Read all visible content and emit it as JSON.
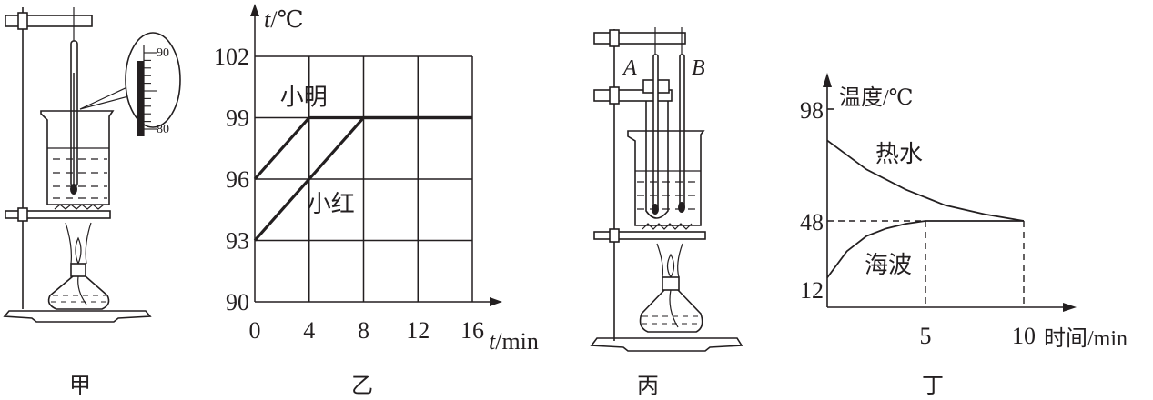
{
  "figures": {
    "jia": {
      "caption": "甲",
      "thermometer_scale": [
        "90",
        "80"
      ]
    },
    "yi": {
      "caption": "乙"
    },
    "bing": {
      "caption": "丙",
      "tube_labels": [
        "A",
        "B"
      ]
    },
    "ding": {
      "caption": "丁"
    }
  },
  "chart_data": [
    {
      "id": "yi",
      "type": "line",
      "xlabel_var": "t",
      "xlabel_unit": "/min",
      "ylabel_var": "t",
      "ylabel_unit": "/℃",
      "xlim": [
        0,
        16
      ],
      "ylim": [
        90,
        102
      ],
      "x_ticks": [
        "0",
        "4",
        "8",
        "12",
        "16"
      ],
      "y_ticks": [
        "90",
        "93",
        "96",
        "99",
        "102"
      ],
      "grid": true,
      "series": [
        {
          "name": "小明",
          "points": [
            [
              0,
              96
            ],
            [
              4,
              99
            ],
            [
              16,
              99
            ]
          ]
        },
        {
          "name": "小红",
          "points": [
            [
              0,
              93
            ],
            [
              8,
              99
            ],
            [
              16,
              99
            ]
          ]
        }
      ]
    },
    {
      "id": "ding",
      "type": "line",
      "xlabel": "时间/min",
      "ylabel": "温度/℃",
      "x_ticks": [
        "5",
        "10"
      ],
      "y_ticks": [
        "12",
        "48",
        "98"
      ],
      "grid": false,
      "series": [
        {
          "name": "热水",
          "points": [
            [
              0,
              84
            ],
            [
              2,
              71
            ],
            [
              4,
              62
            ],
            [
              6,
              55
            ],
            [
              8,
              51
            ],
            [
              10,
              48
            ]
          ]
        },
        {
          "name": "海波",
          "points": [
            [
              0,
              18
            ],
            [
              1,
              32
            ],
            [
              2,
              40
            ],
            [
              3,
              44
            ],
            [
              4,
              46.5
            ],
            [
              5,
              48
            ],
            [
              10,
              48
            ]
          ]
        }
      ],
      "reference_lines": {
        "y": 48,
        "x": [
          5,
          10
        ],
        "style": "dashed"
      }
    }
  ]
}
